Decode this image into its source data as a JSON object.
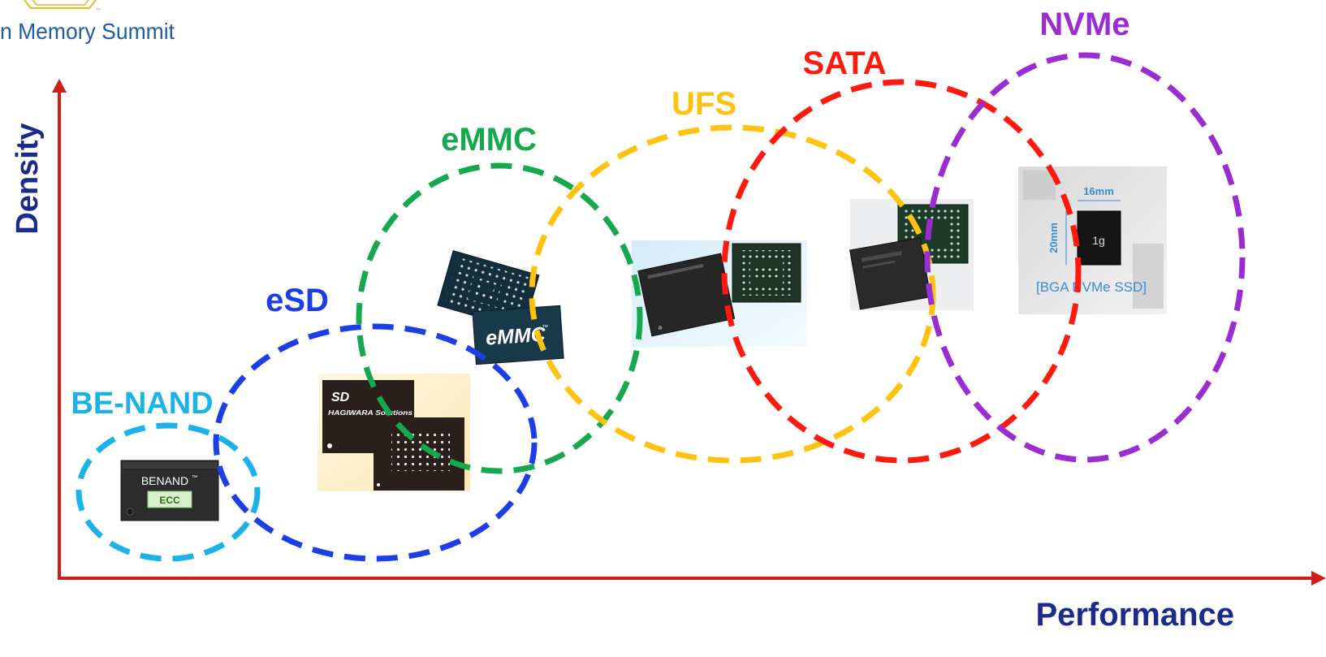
{
  "logo": {
    "text": "n Memory Summit",
    "tm": "™"
  },
  "axes": {
    "y_label": "Density",
    "x_label": "Performance",
    "color": "#cc1f1a",
    "label_color": "#1c2a8c"
  },
  "categories": [
    {
      "id": "be-nand",
      "label": "BE-NAND",
      "color": "#1ab2e8"
    },
    {
      "id": "esd",
      "label": "eSD",
      "color": "#1c3ee6"
    },
    {
      "id": "emmc",
      "label": "eMMC",
      "color": "#16a84e"
    },
    {
      "id": "ufs",
      "label": "UFS",
      "color": "#ffc20e"
    },
    {
      "id": "sata",
      "label": "SATA",
      "color": "#ff1a0d"
    },
    {
      "id": "nvme",
      "label": "NVMe",
      "color": "#9b2bd2"
    }
  ],
  "chips": {
    "benand": {
      "brand": "BENAND",
      "tm": "™",
      "badge": "ECC"
    },
    "sd": {
      "logo": "SD",
      "maker": "HAGIWARA Solutions"
    },
    "emmc": {
      "text": "eMMC",
      "tm": "™"
    },
    "nvme": {
      "width": "16mm",
      "height": "20mm",
      "mark": "1g",
      "caption": "[BGA NVMe SSD]"
    }
  }
}
